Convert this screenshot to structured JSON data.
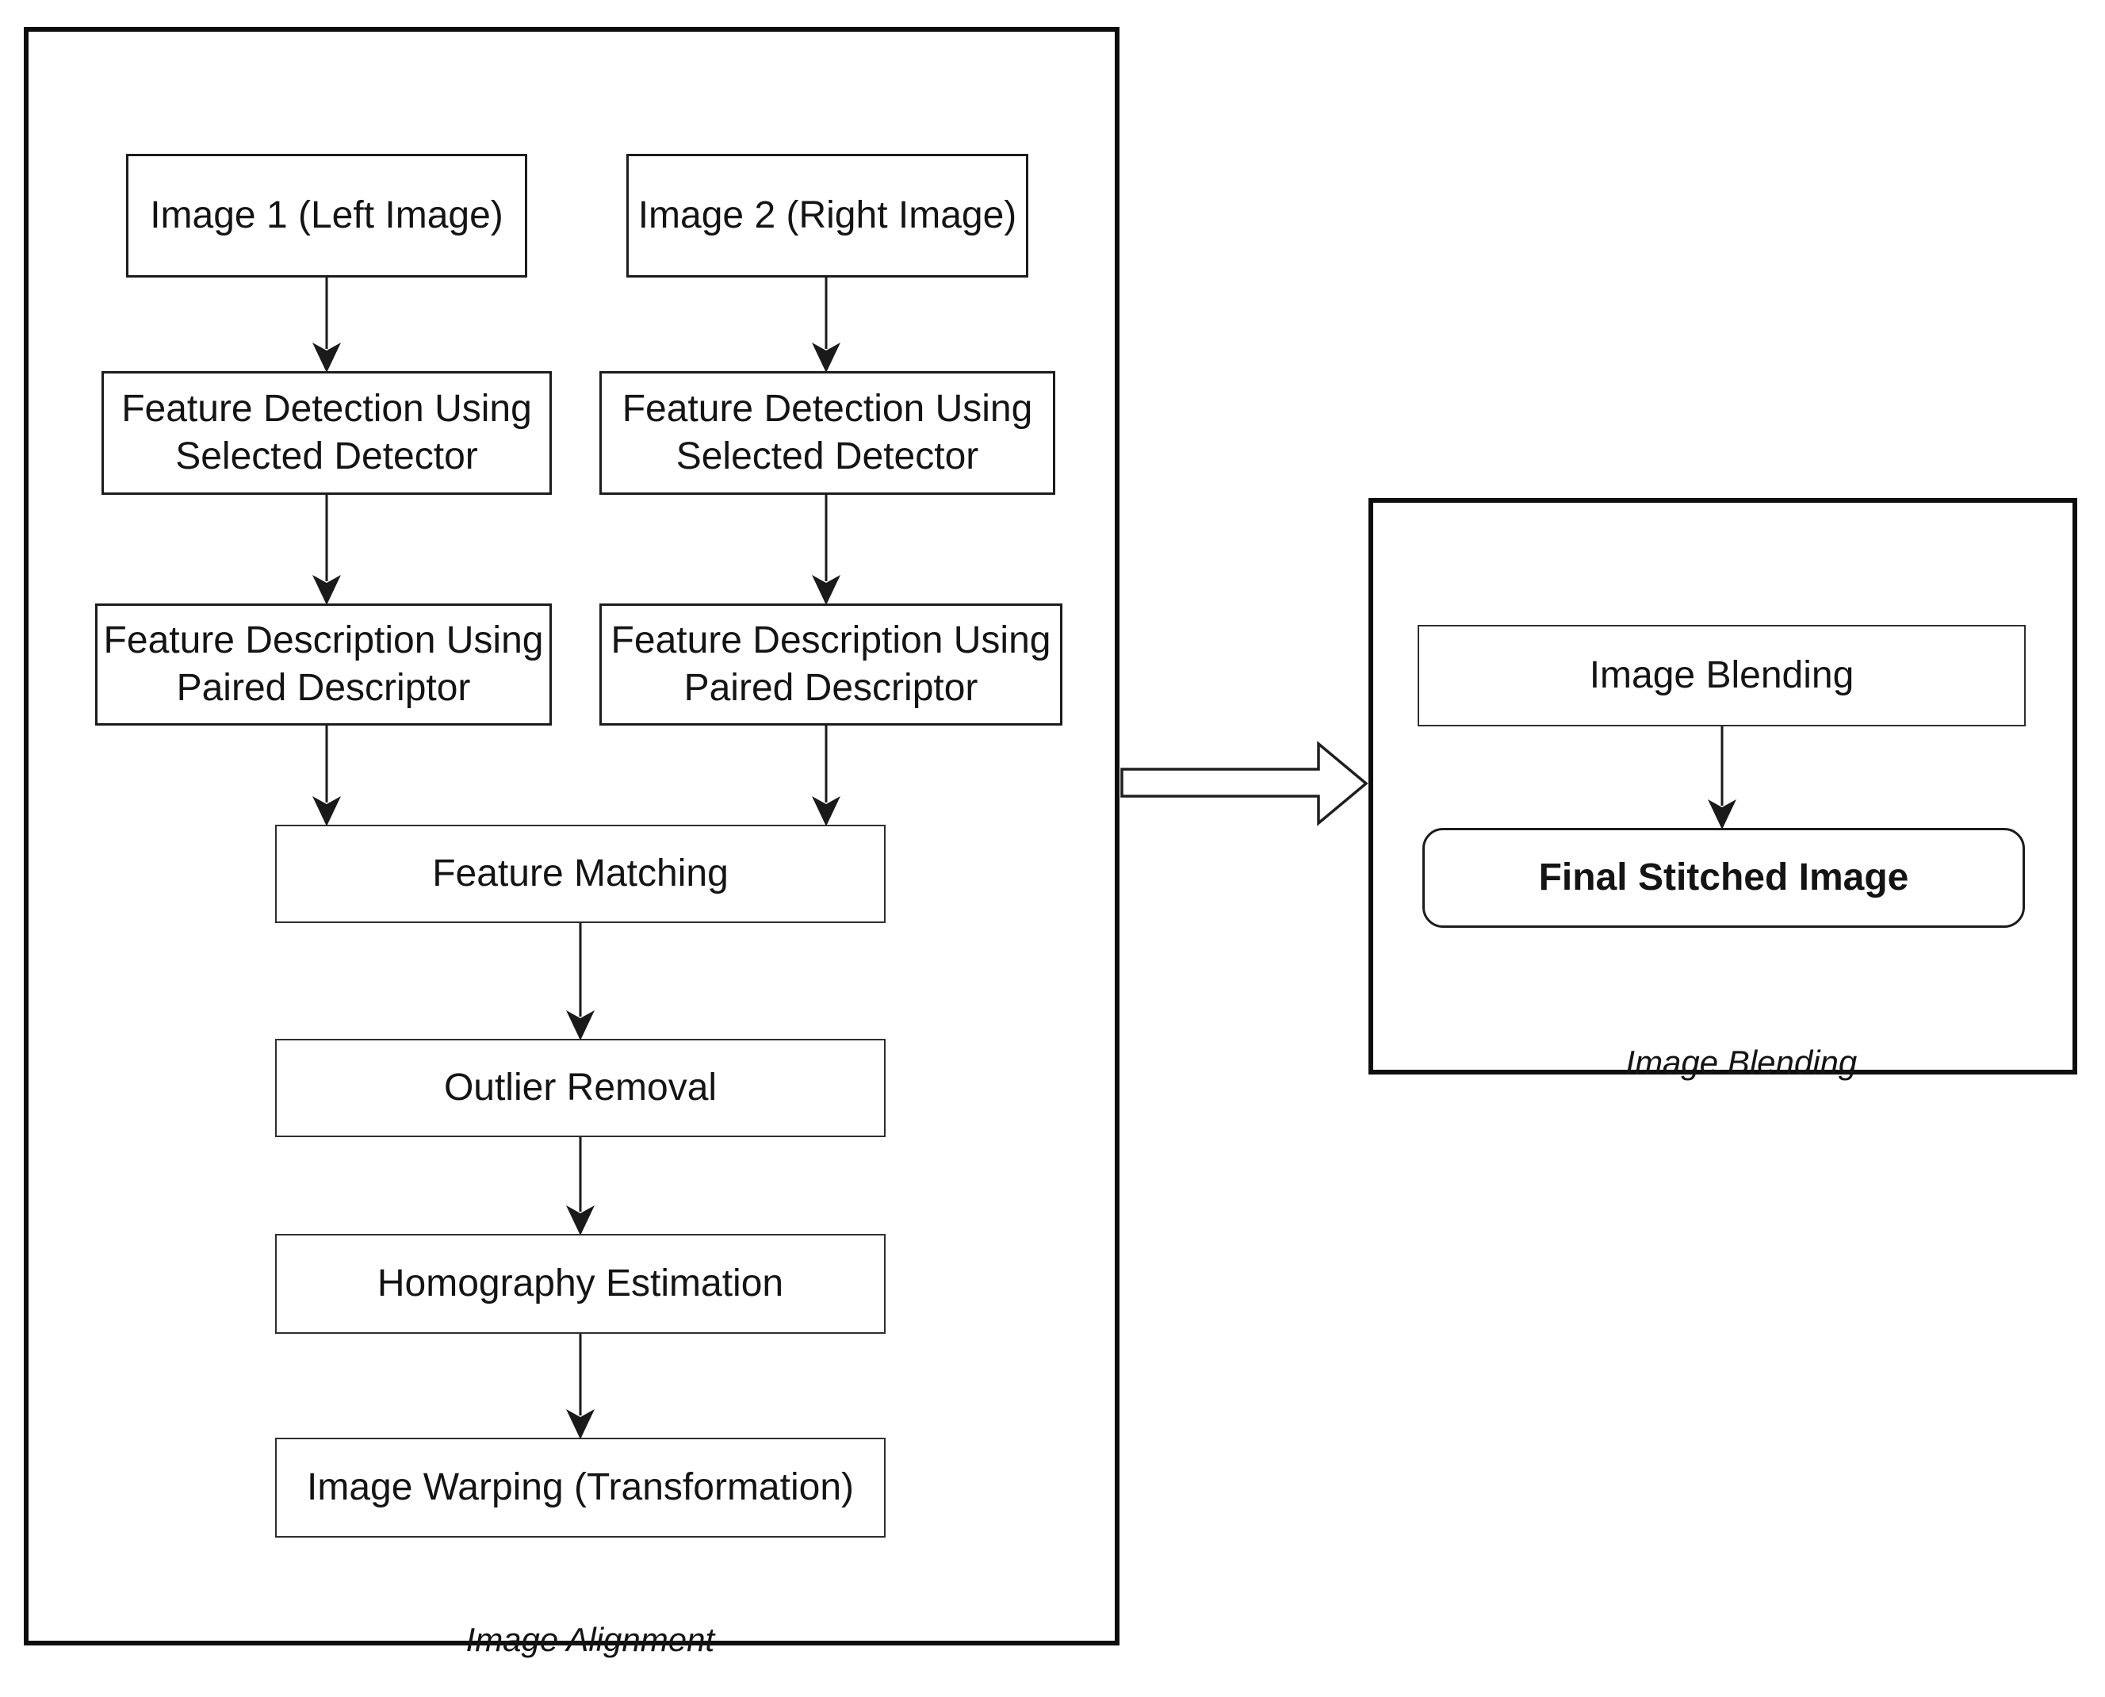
{
  "diagram": {
    "image_alignment_group": {
      "caption": "Image Alignment",
      "nodes": {
        "image1": {
          "label": "Image 1 (Left Image)"
        },
        "image2": {
          "label": "Image 2 (Right Image)"
        },
        "feature_detection_left": {
          "label": "Feature Detection Using\nSelected Detector"
        },
        "feature_detection_right": {
          "label": "Feature Detection Using\nSelected Detector"
        },
        "feature_description_left": {
          "label": "Feature Description Using\nPaired Descriptor"
        },
        "feature_description_right": {
          "label": "Feature Description Using\nPaired Descriptor"
        },
        "feature_matching": {
          "label": "Feature Matching"
        },
        "outlier_removal": {
          "label": "Outlier Removal"
        },
        "homography_estimation": {
          "label": "Homography Estimation"
        },
        "image_warping": {
          "label": "Image Warping (Transformation)"
        }
      }
    },
    "image_blending_group": {
      "caption": "Image Blending",
      "nodes": {
        "image_blending": {
          "label": "Image Blending"
        },
        "final_stitched_image": {
          "label": "Final Stitched Image"
        }
      }
    },
    "colors": {
      "stroke": "#1a1a1a",
      "container_border": "#0d0d0d",
      "node_fill": "#ffffff",
      "background": "#ffffff"
    }
  }
}
